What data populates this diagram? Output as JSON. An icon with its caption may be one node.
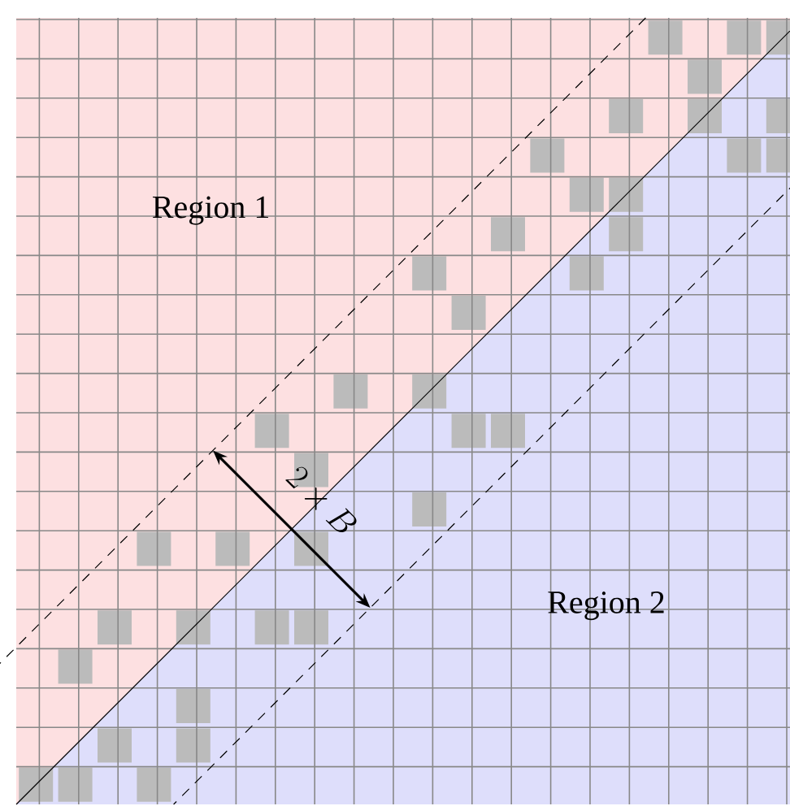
{
  "diagram": {
    "labels": [
      "Region 1",
      "2 \\times B",
      "Region 2"
    ]
  }
}
